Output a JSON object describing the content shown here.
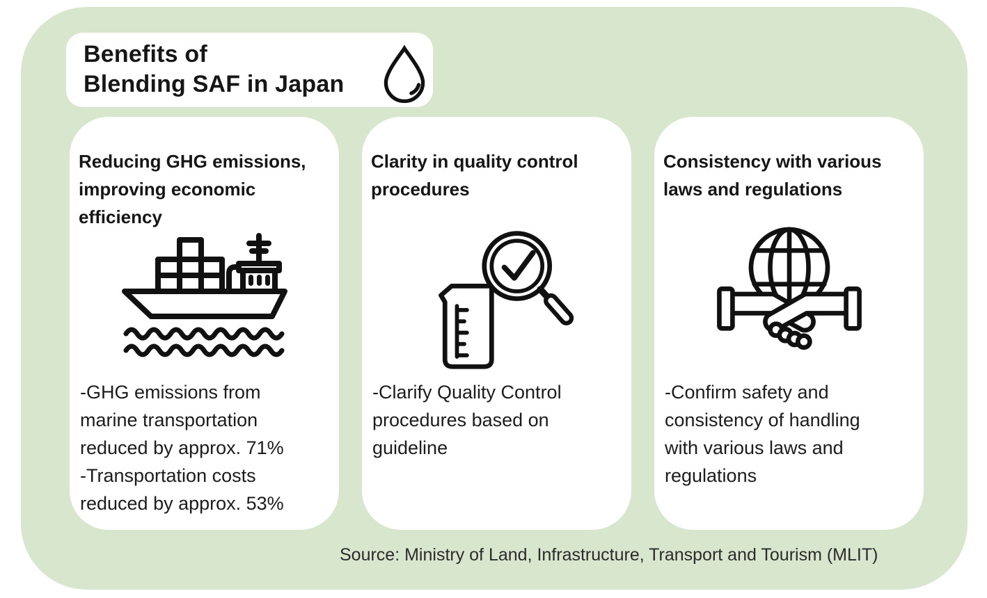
{
  "colors": {
    "page_background": "#ffffff",
    "panel_background": "#d8e6ce",
    "card_background": "#ffffff",
    "text": "#161616",
    "icon_stroke": "#111111"
  },
  "title": {
    "text": "Benefits of\nBlending SAF in Japan",
    "icon": "water-droplet-icon"
  },
  "cards": [
    {
      "heading": "Reducing GHG emissions,\nimproving economic\nefficiency",
      "icon": "cargo-ship-icon",
      "body": "-GHG emissions from\nmarine transportation\nreduced by approx. 71%\n-Transportation costs\nreduced by approx. 53%"
    },
    {
      "heading": "Clarity in quality control\nprocedures",
      "icon": "magnifier-check-beaker-icon",
      "body": "-Clarify Quality Control\nprocedures based on\nguideline"
    },
    {
      "heading": "Consistency with various\nlaws and regulations",
      "icon": "globe-handshake-icon",
      "body": "-Confirm safety and\nconsistency of handling\nwith various laws and\nregulations"
    }
  ],
  "source": {
    "text": "Source: Ministry of Land, Infrastructure, Transport and Tourism (MLIT)"
  }
}
